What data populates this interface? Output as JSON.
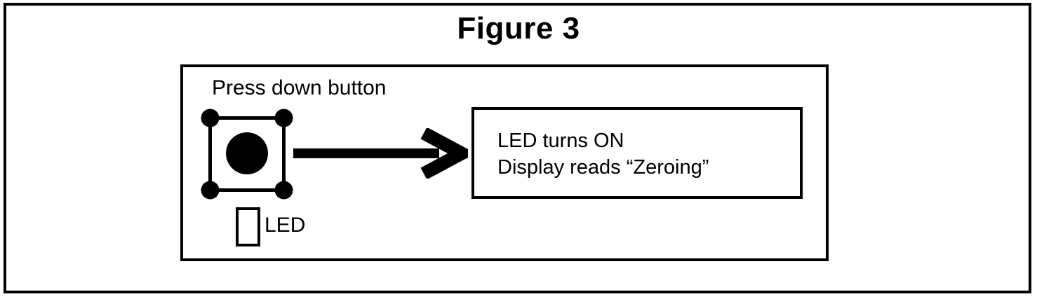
{
  "figure": {
    "title": "Figure 3",
    "press_label": "Press down button",
    "result_line1": "LED turns ON",
    "result_line2": "Display reads “Zeroing”",
    "led_label": "LED"
  },
  "icons": {
    "push_button": "push-button-icon",
    "arrow": "arrow-right-icon",
    "led_indicator": "led-indicator-icon"
  },
  "colors": {
    "ink": "#000000",
    "background": "#ffffff"
  }
}
